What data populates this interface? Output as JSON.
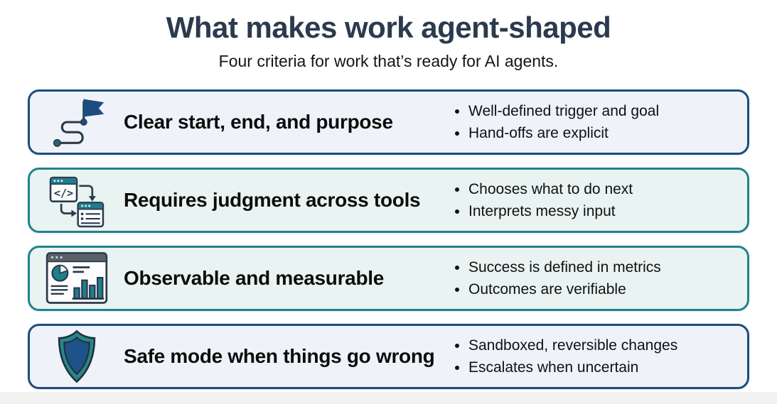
{
  "page": {
    "title": "What makes work agent-shaped",
    "subtitle": "Four criteria for work that’s ready for AI agents."
  },
  "colors": {
    "heading_text": "#2c3a4e",
    "navy_border": "#1d4d80",
    "navy_card_bg": "#eff3f9",
    "teal_border": "#20838e",
    "teal_card_bg": "#e9f4f2",
    "icon_teal": "#1f7f8c",
    "icon_navy": "#1e5389",
    "icon_outline": "#2b3a4a"
  },
  "cards": [
    {
      "icon": "route-flag-icon",
      "theme": "navy",
      "title": "Clear start, end, and purpose",
      "bullets": [
        "Well-defined trigger and goal",
        "Hand-offs are explicit"
      ]
    },
    {
      "icon": "code-windows-icon",
      "theme": "teal",
      "title": "Requires judgment across tools",
      "bullets": [
        "Chooses what to do next",
        "Interprets messy input"
      ]
    },
    {
      "icon": "dashboard-icon",
      "theme": "teal",
      "title": "Observable and measurable",
      "bullets": [
        "Success is defined in metrics",
        "Outcomes are verifiable"
      ]
    },
    {
      "icon": "shield-icon",
      "theme": "navy",
      "title": "Safe mode when things go wrong",
      "bullets": [
        "Sandboxed, reversible changes",
        "Escalates when uncertain"
      ]
    }
  ]
}
